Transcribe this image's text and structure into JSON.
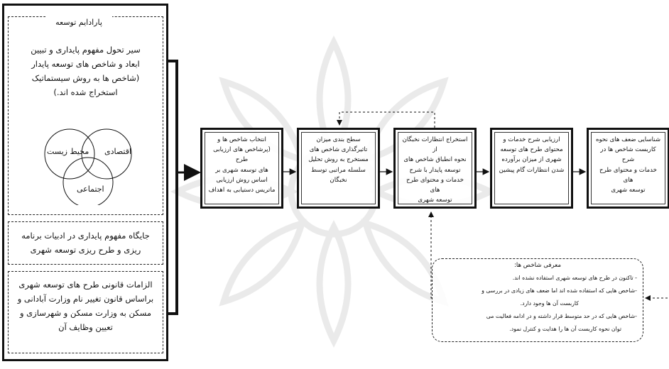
{
  "left_panel": {
    "paradigm_title": "پارادایم توسعه",
    "sustainability_text": "سیر تحول مفهوم پایداری و تبیین\nابعاد و شاخص های توسعه پایدار\n(شاخص ها به روش سیستماتیک\nاستخراج شده اند.)",
    "venn": {
      "environment": "محیط زیست",
      "economic": "اقتصادی",
      "social": "اجتماعی"
    },
    "legal_position_text": "جایگاه مفهوم پایداری در ادبیات برنامه\nریزی و طرح ریزی توسعه شهری",
    "legal_requirements_text": "الزامات قانونی طرح های توسعه شهری\nبراساس قانون تغییر نام وزارت آبادانی و\nمسکن به وزارت مسکن و شهرسازی و\nتعیین وظایف آن"
  },
  "process": {
    "box1": "انتخاب شاخص ها و\n(پرشاخص های ارزیابی طرح\nهای توسعه شهری بر\nاساس روش ارزیابی\nماتریس دستیابی به اهداف",
    "box2": "سطح بندی میزان\nتاثیرگذاری شاخص های\nمستخرج به روش تحلیل\nسلسله مراتبی توسط\nنخبگان",
    "box3": "استخراج انتظارات نخبگان از\nنحوه انطباق شاخص های\nتوسعه پایدار با شرح\nخدمات و محتوای طرح های\nتوسعه شهری",
    "box4": "ارزیابی شرح خدمات و\nمحتوای طرح های توسعه\nشهری از میزان برآورده\nشدن انتظارات گام پیشین",
    "box5": "شناسایی ضعف های نحوه\nکاربست شاخص ها در شرح\nخدمات و محتوای طرح های\nتوسعه شهری"
  },
  "notes": {
    "title": "معرفی شاخص ها:",
    "lines": [
      "- تاکنون در طرح های توسعه شهری استفاده نشده اند.",
      "-شاخص هایی که استفاده شده اند اما ضعف های زیادی در بررسی و",
      "کاربست آن ها وجود دارد.",
      "-شاخص هایی که در حد متوسط قرار داشته و در ادامه فعالیت می",
      "توان نحوه کاربست آن ها را هدایت و کنترل نمود."
    ]
  }
}
